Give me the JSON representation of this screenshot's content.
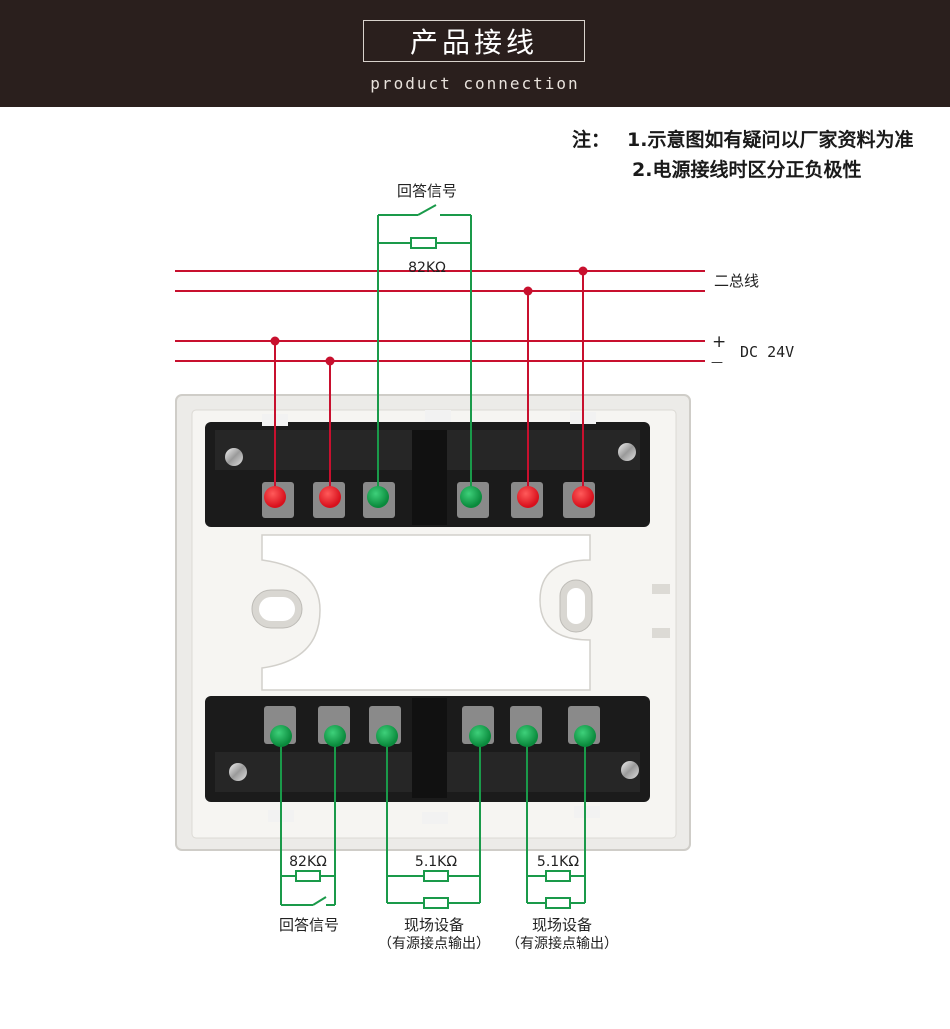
{
  "header": {
    "title": "产品接线",
    "subtitle": "product connection"
  },
  "notes": {
    "prefix": "注：",
    "line1": "1.示意图如有疑问以厂家资料为准",
    "line2": "2.电源接线时区分正负极性"
  },
  "diagram": {
    "top_signal_label": "回答信号",
    "top_resistor_label": "82KΩ",
    "bus_label": "二总线",
    "power_plus": "+",
    "power_minus": "—",
    "power_label": "DC 24V",
    "bottom": [
      {
        "resistor": "82KΩ",
        "label": "回答信号",
        "sublabel": ""
      },
      {
        "resistor": "5.1KΩ",
        "label": "现场设备",
        "sublabel": "（有源接点输出）"
      },
      {
        "resistor": "5.1KΩ",
        "label": "现场设备",
        "sublabel": "（有源接点输出）"
      }
    ]
  },
  "colors": {
    "banner": "#2a1f1d",
    "bus_wire": "#c8102e",
    "signal_wire": "#1a9a4a",
    "terminal_red": "#e8202a",
    "terminal_green": "#12a04a"
  }
}
